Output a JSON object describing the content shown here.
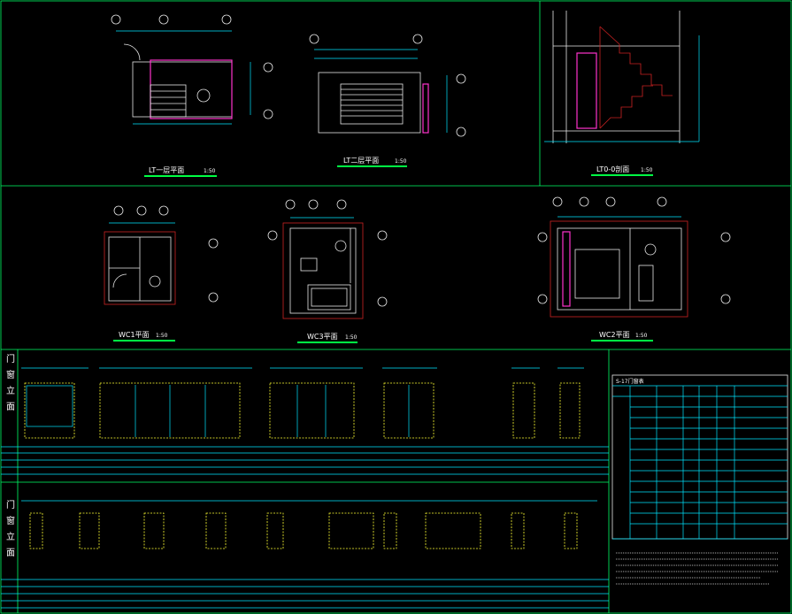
{
  "drawings": {
    "lt1": {
      "title": "LT一层平面",
      "scale": "1:50"
    },
    "lt2": {
      "title": "LT二层平面",
      "scale": "1:50"
    },
    "lt_section": {
      "title": "LT0-0剖面",
      "scale": "1:50"
    },
    "wc1": {
      "title": "WC1平面",
      "scale": "1:50"
    },
    "wc3": {
      "title": "WC3平面",
      "scale": "1:50"
    },
    "wc2": {
      "title": "WC2平面",
      "scale": "1:50"
    }
  },
  "sections": {
    "window_elevations": "门窗立面",
    "door_elevations": "门窗立面"
  },
  "table": {
    "title": "S-17门窗表"
  },
  "colors": {
    "background": "#000000",
    "frame": "#00ff66",
    "wall": "#e8e8e8",
    "dimension": "#00e5ff",
    "glazing": "#ffff33",
    "accent": "#ff33cc",
    "boundary": "#cc2222"
  }
}
